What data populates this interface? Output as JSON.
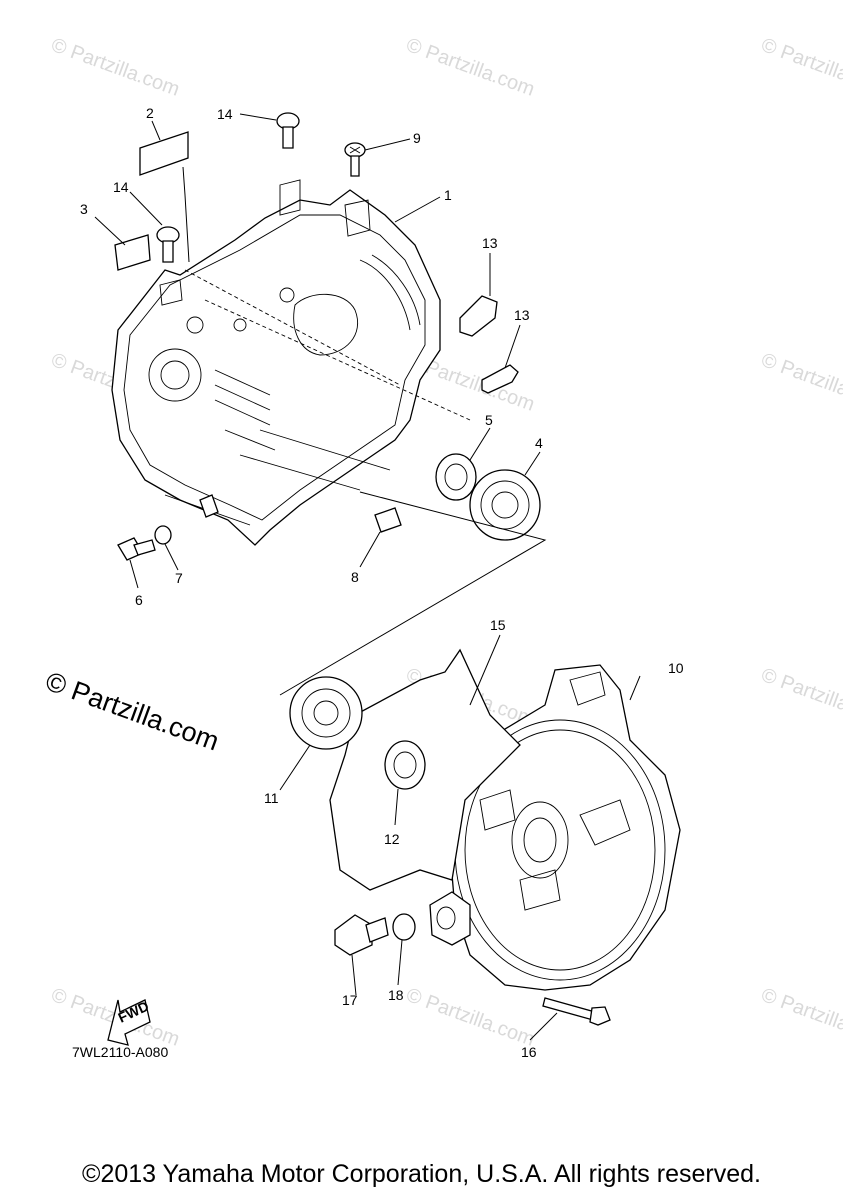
{
  "watermark": "© Partzilla.com",
  "diagram_code": "7WL2110-A080",
  "copyright": "©2013 Yamaha Motor Corporation, U.S.A. All rights reserved.",
  "fwd_label": "FWD",
  "callouts": {
    "c1": "1",
    "c2": "2",
    "c3": "3",
    "c4": "4",
    "c5": "5",
    "c6": "6",
    "c7": "7",
    "c8": "8",
    "c9": "9",
    "c10": "10",
    "c11": "11",
    "c12": "12",
    "c13a": "13",
    "c13b": "13",
    "c14a": "14",
    "c14b": "14",
    "c15": "15",
    "c16": "16",
    "c17": "17",
    "c18": "18"
  }
}
